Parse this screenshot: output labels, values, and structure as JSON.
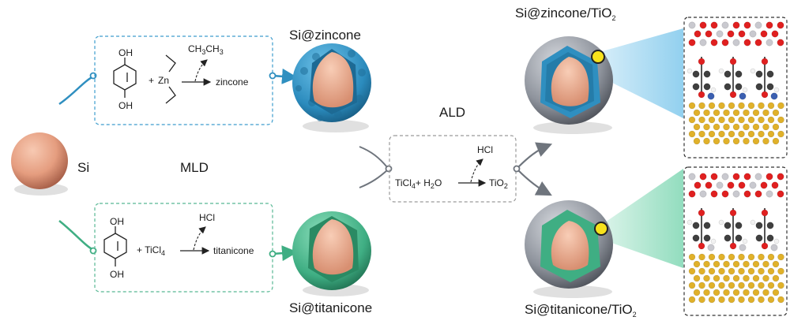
{
  "labels": {
    "si": "Si",
    "mld": "MLD",
    "ald": "ALD",
    "si_zincone": "Si@zincone",
    "si_titanicone": "Si@titanicone",
    "si_zincone_tio2_base": "Si@zincone/TiO",
    "si_titanicone_tio2_base": "Si@titanicone/TiO",
    "sub2": "2"
  },
  "reactions": {
    "zinc": {
      "oh_top": "OH",
      "oh_bottom": "OH",
      "plus": "+",
      "reagent": "Zn",
      "byproduct_base": "CH",
      "byproduct_mid": "CH",
      "sub3": "3",
      "product": "zincone"
    },
    "titan": {
      "oh_top": "OH",
      "oh_bottom": "OH",
      "plus": "+ TiCl",
      "sub4": "4",
      "byproduct": "HCl",
      "product": "titanicone"
    },
    "ald": {
      "reactant_a": "TiCl",
      "sub4": "4",
      "plus_water": "+ H",
      "sub2": "2",
      "o": "O",
      "byproduct": "HCl",
      "product": "TiO",
      "product_sub": "2"
    }
  },
  "colors": {
    "zinc_blue": "#2f8fc0",
    "titan_green": "#3fae83",
    "si_core": "#eaa688",
    "tio2_shell": "#8b909a",
    "dash_box_blue": "#3d9ccd",
    "dash_box_green": "#57b893",
    "dash_box_gray": "#9a9a9a"
  }
}
